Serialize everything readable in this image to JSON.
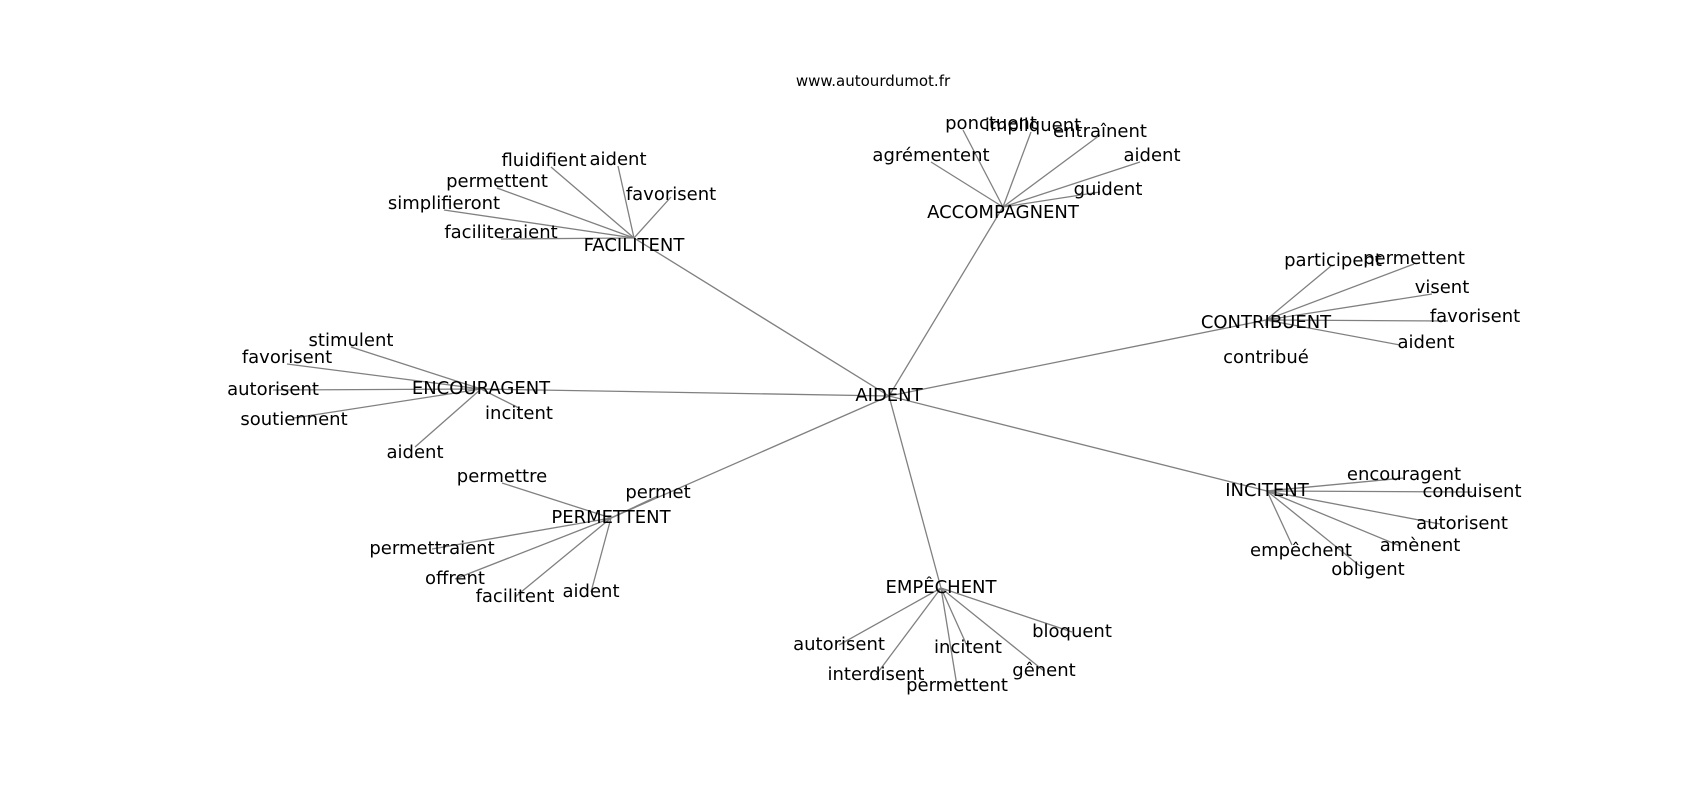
{
  "site_label": "www.autourdumot.fr",
  "graph": {
    "root": "AIDENT",
    "line_color": "#808080",
    "text_color": "#000000",
    "groups": [
      {
        "label": "ACCOMPAGNENT",
        "children": [
          "ponctuent",
          "impliquent",
          "entraînent",
          "agrémentent",
          "aident",
          "guident"
        ]
      },
      {
        "label": "FACILITENT",
        "children": [
          "fluidifient",
          "aident",
          "permettent",
          "favorisent",
          "simplifieront",
          "faciliteraient"
        ]
      },
      {
        "label": "CONTRIBUENT",
        "children": [
          "participent",
          "permettent",
          "visent",
          "favorisent",
          "aident",
          "contribué"
        ]
      },
      {
        "label": "ENCOURAGENT",
        "children": [
          "stimulent",
          "favorisent",
          "autorisent",
          "incitent",
          "soutiennent",
          "aident"
        ]
      },
      {
        "label": "INCITENT",
        "children": [
          "encouragent",
          "conduisent",
          "autorisent",
          "amènent",
          "empêchent",
          "obligent"
        ]
      },
      {
        "label": "PERMETTENT",
        "children": [
          "permettre",
          "permet",
          "permettraient",
          "offrent",
          "facilitent",
          "aident"
        ]
      },
      {
        "label": "EMPÊCHENT",
        "children": [
          "bloquent",
          "autorisent",
          "incitent",
          "gênent",
          "interdisent",
          "permettent"
        ]
      }
    ]
  }
}
